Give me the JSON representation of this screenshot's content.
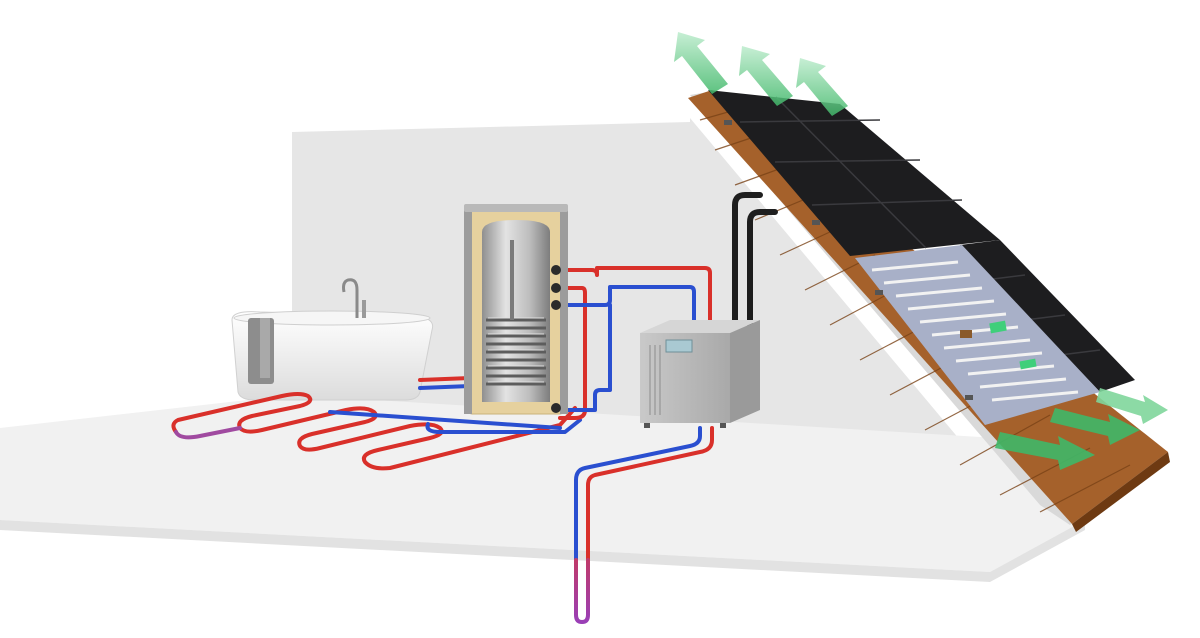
{
  "scene": {
    "components": [
      "freestanding-bathtub",
      "underfloor-heating-loop",
      "hot-water-storage-tank",
      "heat-pump-unit",
      "ground-heat-probe",
      "pvt-roof-panels",
      "airflow-arrows"
    ]
  },
  "colors": {
    "background": "#ffffff",
    "wall": "#e6e6e6",
    "floor": "#f1f1f1",
    "supply_pipe": "#d9302a",
    "return_pipe": "#2a4fd0",
    "mixed_pipe": "#a04aa0",
    "tank_insulation": "#e6d19e",
    "tank_steel": "#bdbdbd",
    "heat_pump_body": "#b5b5b5",
    "heat_pump_display": "#a9c9d2",
    "pv_panel": "#1d1d1f",
    "pvt_collector": "#a8b0c8",
    "roof_tiles": "#a5612b",
    "air_arrow": "#5fc98a"
  }
}
